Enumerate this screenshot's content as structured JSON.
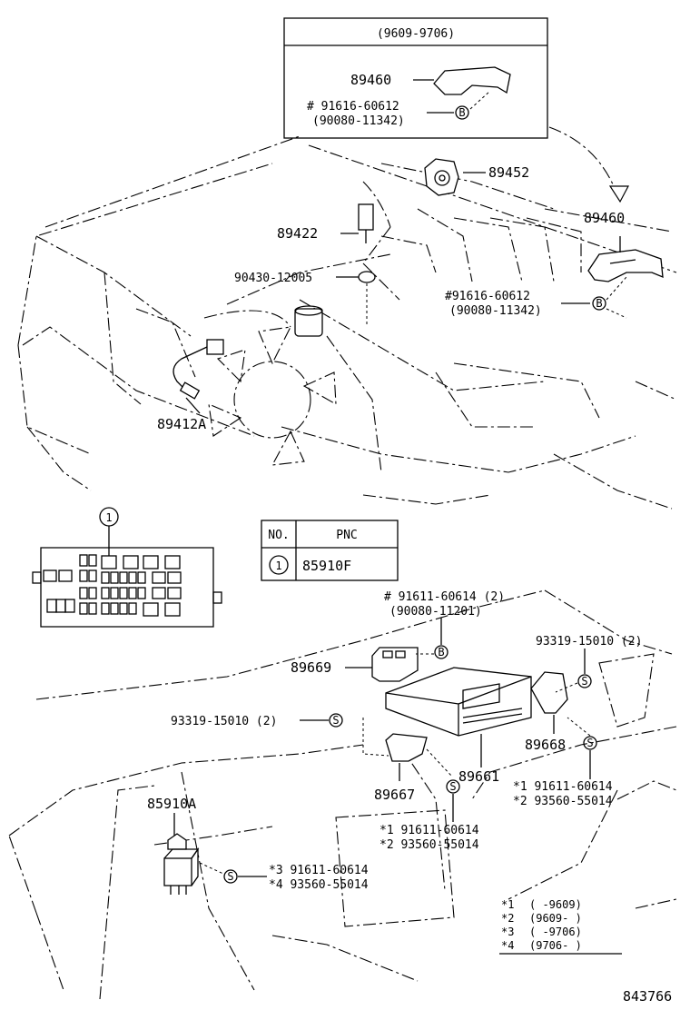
{
  "inset": {
    "date_range": "(9609-9706)"
  },
  "labels": {
    "p89460_top": "89460",
    "p91616_top": "# 91616-60612",
    "p90080_top": "(90080-11342)",
    "p89452": "89452",
    "p89460_mid": "89460",
    "p89422": "89422",
    "p90430": "90430-12005",
    "p91616_mid": "#91616-60612",
    "p90080_mid": "(90080-11342)",
    "p89412a": "89412A",
    "p91611_top": "# 91611-60614 (2)",
    "p90080_11201": "(90080-11201)",
    "p93319_right": "93319-15010 (2)",
    "p89669": "89669",
    "p93319_left": "93319-15010 (2)",
    "p89668": "89668",
    "p89661": "89661",
    "p89667": "89667",
    "p85910a": "85910A",
    "star1_right": "*1  91611-60614",
    "star2_right": "*2  93560-55014",
    "star1_center": "*1  91611-60614",
    "star2_center": "*2  93560-55014",
    "star3_left": "*3  91611-60614",
    "star4_left": "*4  93560-55014",
    "diagram_id": "843766"
  },
  "markers": {
    "b": "B",
    "s": "S",
    "one": "1"
  },
  "pnc_table": {
    "header_no": "NO.",
    "header_pnc": "PNC",
    "row_no": "1",
    "row_pnc": "85910F"
  },
  "legend": [
    {
      "key": "*1",
      "range": "(      -9609)"
    },
    {
      "key": "*2",
      "range": "(9609-      )"
    },
    {
      "key": "*3",
      "range": "(      -9706)"
    },
    {
      "key": "*4",
      "range": "(9706-      )"
    }
  ]
}
